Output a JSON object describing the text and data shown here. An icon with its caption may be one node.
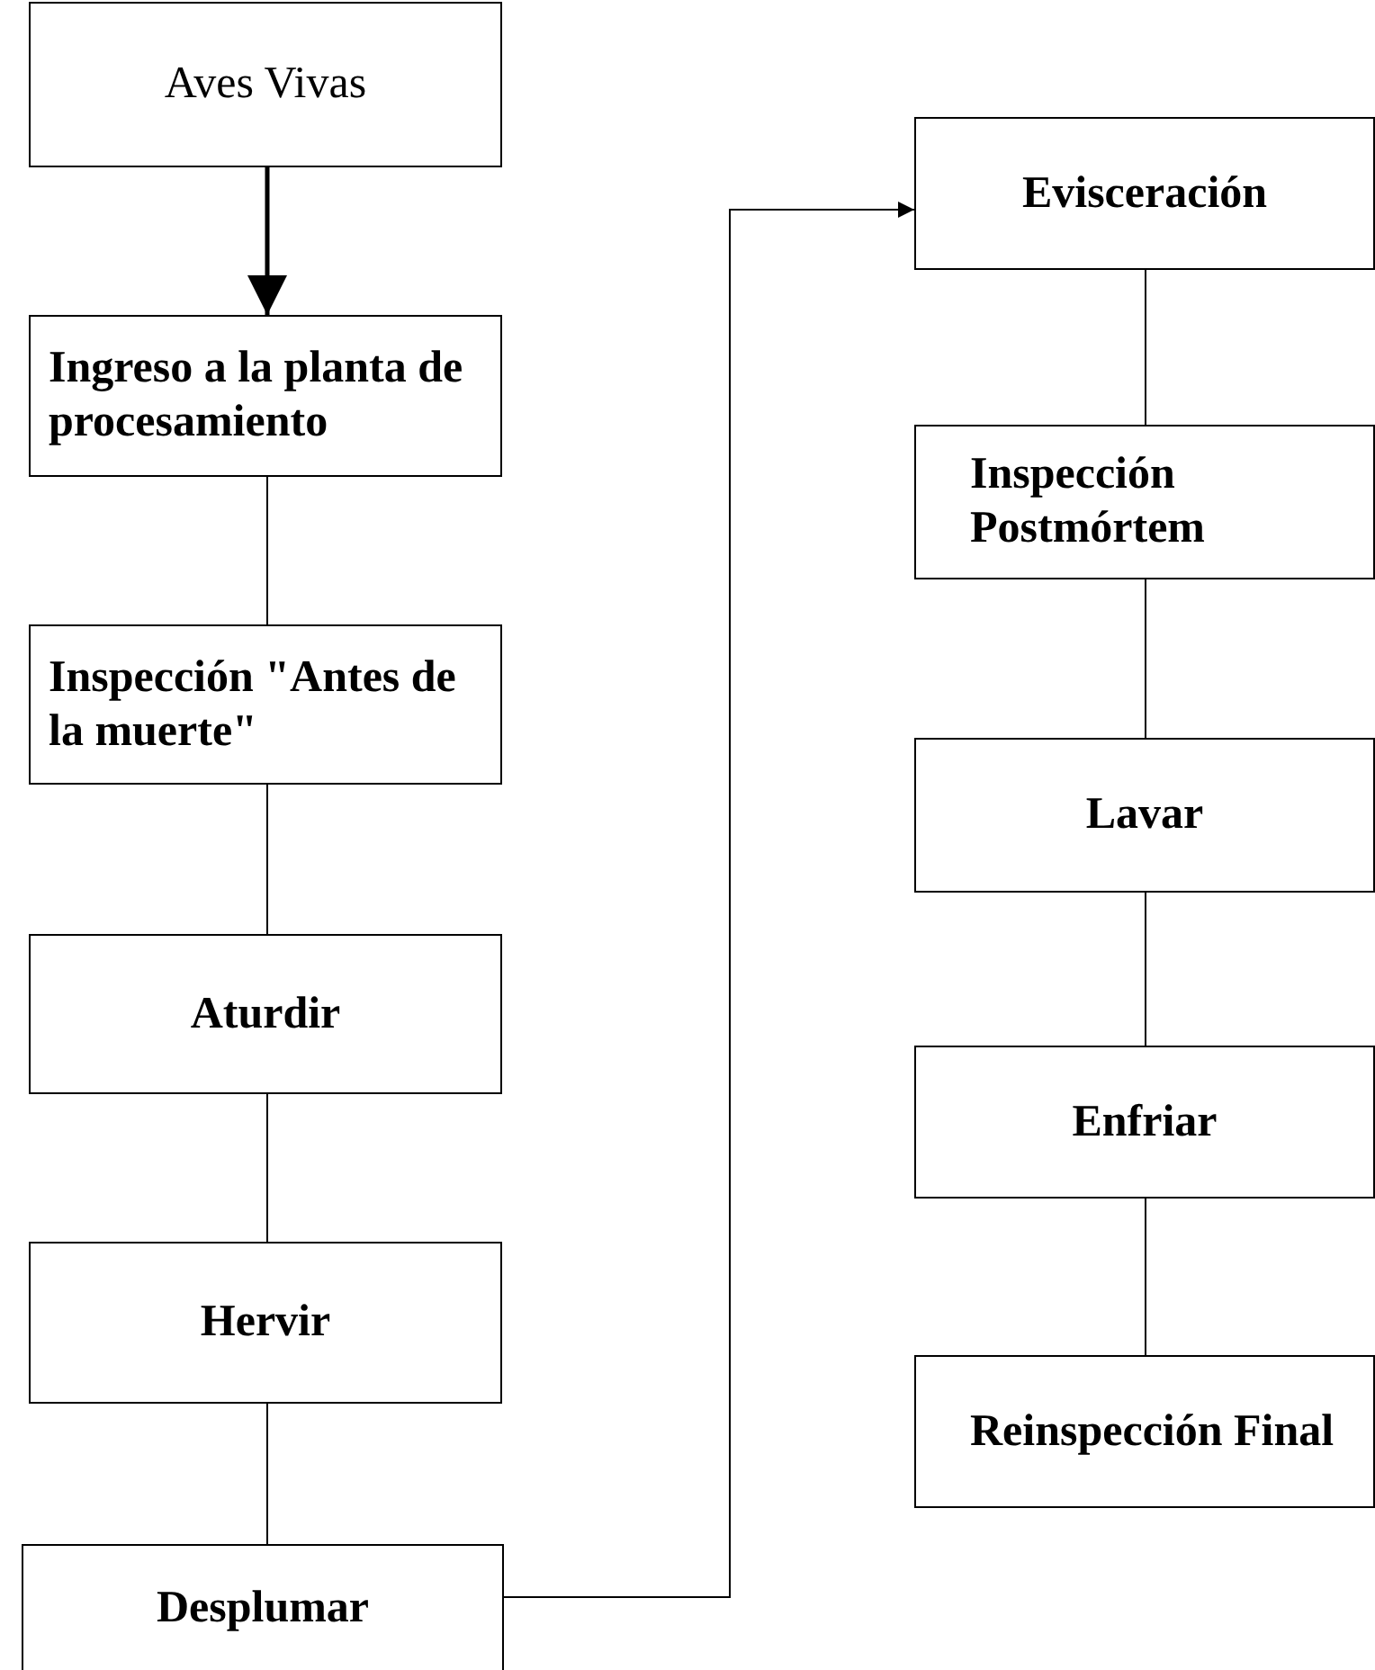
{
  "diagram": {
    "nodes": [
      {
        "text": [
          "Aves Vivas"
        ]
      },
      {
        "text": [
          "Ingreso a la planta de procesamiento"
        ]
      },
      {
        "text": [
          "Inspección \"Antes de la muerte\""
        ]
      },
      {
        "text": [
          "Aturdir"
        ]
      },
      {
        "text": [
          "Hervir"
        ]
      },
      {
        "text": [
          "Desplumar"
        ]
      },
      {
        "text": [
          "Evisceración"
        ]
      },
      {
        "text": [
          "Inspección Postmórtem"
        ]
      },
      {
        "text": [
          "Lavar"
        ]
      },
      {
        "text": [
          "Enfriar"
        ]
      },
      {
        "text": [
          "Reinspección Final"
        ]
      }
    ],
    "edges": [
      {
        "from": 0,
        "to": 1,
        "arrow": "to",
        "style": "thick"
      },
      {
        "from": 1,
        "to": 2,
        "arrow": "none"
      },
      {
        "from": 2,
        "to": 3,
        "arrow": "none"
      },
      {
        "from": 3,
        "to": 4,
        "arrow": "none"
      },
      {
        "from": 4,
        "to": 5,
        "arrow": "none"
      },
      {
        "from": 5,
        "to": 6,
        "arrow": "to"
      },
      {
        "from": 6,
        "to": 7,
        "arrow": "none"
      },
      {
        "from": 7,
        "to": 8,
        "arrow": "none"
      },
      {
        "from": 8,
        "to": 9,
        "arrow": "none"
      },
      {
        "from": 9,
        "to": 10,
        "arrow": "none"
      }
    ]
  }
}
